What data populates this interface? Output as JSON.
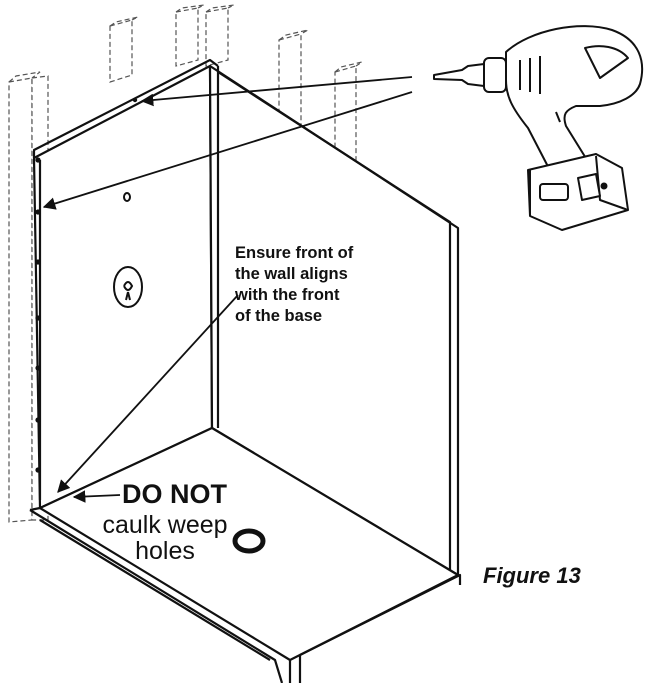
{
  "callout": {
    "lines": [
      "Ensure front of",
      "the wall aligns",
      "with the front",
      "of the base"
    ]
  },
  "warning": {
    "heading": "DO NOT",
    "lines": [
      "caulk weep",
      "holes"
    ]
  },
  "figure_label": "Figure 13",
  "colors": {
    "ink": "#111111",
    "background": "#ffffff",
    "studs": "#555555"
  },
  "icons": [
    "drill-icon",
    "arrow-icon",
    "weep-hole-ring-icon"
  ]
}
